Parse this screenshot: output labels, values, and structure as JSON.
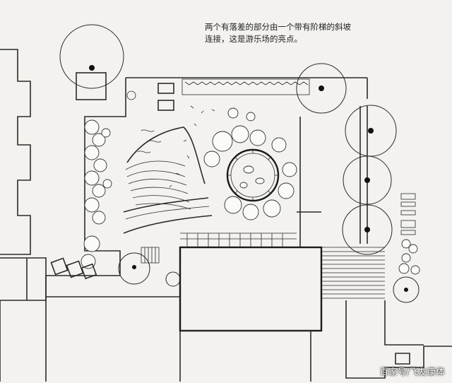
{
  "caption": {
    "line1": "两个有落差的部分由一个带有阶梯的斜坡",
    "line2": "连接，这是游乐场的亮点。"
  },
  "watermark": {
    "text": "百家号/飞友康体"
  },
  "colors": {
    "paper": "#f3f2ee",
    "ink": "#2a2a2a"
  }
}
